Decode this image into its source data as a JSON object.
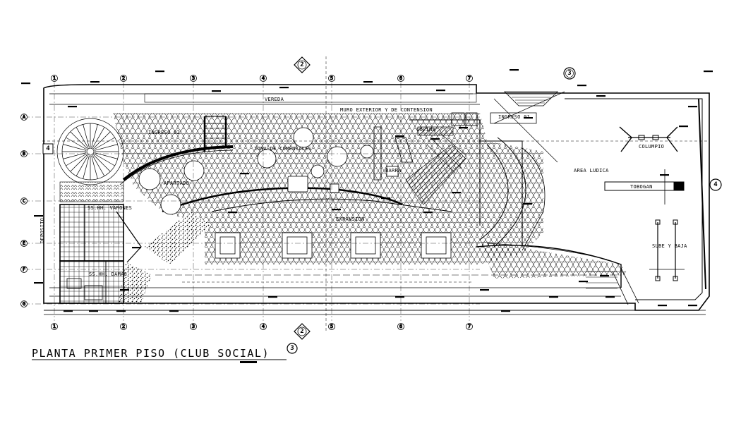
{
  "drawing": {
    "title": "PLANTA PRIMER PISO (CLUB SOCIAL)"
  },
  "axes": {
    "columns": [
      "1",
      "2",
      "3",
      "4",
      "5",
      "6",
      "7"
    ],
    "rows": [
      "A",
      "B",
      "C",
      "E",
      "F",
      "G"
    ]
  },
  "section_marks": {
    "top_left": "2",
    "top_right": "3",
    "bottom_left": "2",
    "bottom_right": "3",
    "right": "4",
    "left": "4"
  },
  "room_labels": {
    "vereda": "VEREDA",
    "muro": "MURO EXTERIOR Y DE CONTENSION",
    "ingreso_02": "INGRESO 02",
    "ingreso_01": "INGRESO 01",
    "zona_comensales": "ZONA DE COMENSALES",
    "apartado": "APARTADO",
    "barra": "BARRA",
    "cocina": "COCINA",
    "ss_varones": "SS.HH. VARONES",
    "ss_damas": "SS.HH. DAMAS",
    "expansion": "EXPANSION",
    "deposito": "DEPOSITO",
    "columpio": "COLUMPIO",
    "area_ludica": "AREA LUDICA",
    "tobogan": "TOBOGAN",
    "sube_y_baja": "SUBE Y BAJA"
  }
}
